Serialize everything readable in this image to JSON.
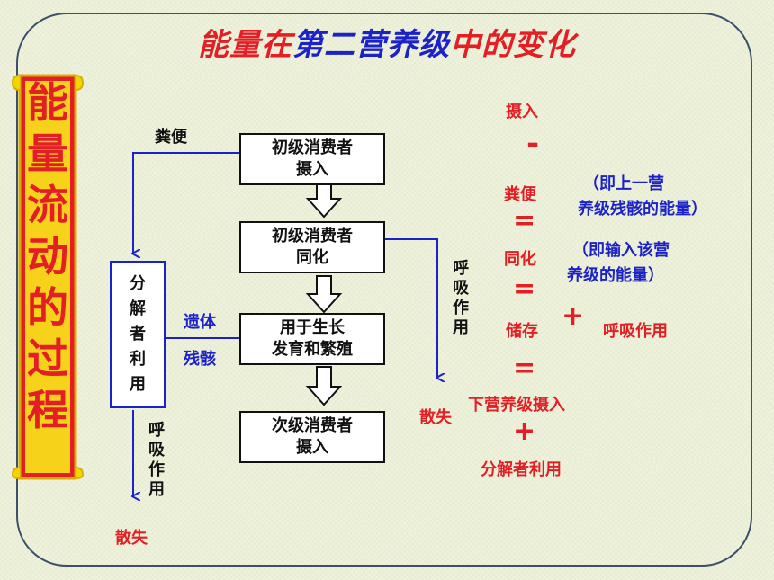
{
  "title": {
    "part1": "能量在",
    "part2": "第二营养级",
    "part3": "中的变化"
  },
  "side_title": "能量流动的过程",
  "boxes": {
    "intake": "初级消费者\n摄入",
    "assimilation": "初级消费者\n同化",
    "growth": "用于生长\n发育和繁殖",
    "next_intake": "次级消费者\n摄入"
  },
  "decomposer_chars": [
    "分",
    "解",
    "者",
    "利",
    "用"
  ],
  "labels": {
    "feces": "粪便",
    "remains_1": "遗体",
    "remains_2": "残骸",
    "respiration_chars": [
      "呼",
      "吸",
      "作",
      "用"
    ],
    "dissipate": "散失"
  },
  "equation": {
    "intake": "摄入",
    "minus": "-",
    "feces": "粪便",
    "feces_note_1": "（即上一营",
    "feces_note_2": "养级残骸的能量）",
    "eq": "=",
    "assimilation": "同化",
    "assim_note_1": "（即输入该营",
    "assim_note_2": "养级的能量）",
    "storage": "储存",
    "plus": "+",
    "respiration": "呼吸作用",
    "next_intake": "下营养级摄入",
    "decomposer": "分解者利用"
  },
  "colors": {
    "red": "#e41e25",
    "blue": "#1c22c9",
    "scroll_fill": "#e41e25",
    "scroll_border": "#d9b000"
  }
}
